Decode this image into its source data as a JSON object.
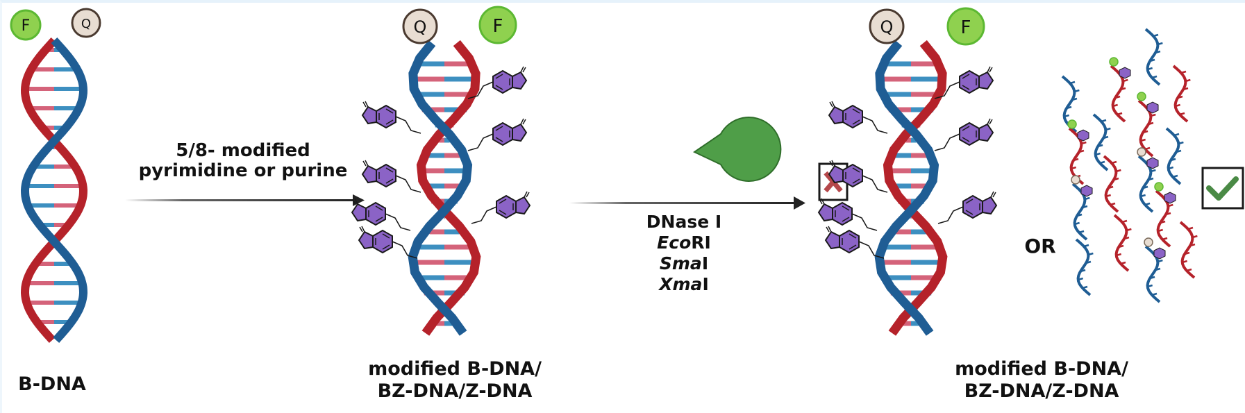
{
  "title": "Nuclease resistance of modified B/BZ/Z-DNA",
  "panels": {
    "start": {
      "label": "B-DNA",
      "fluorophore_label": "F",
      "quencher_label": "Q"
    },
    "modified": {
      "label_line1": "modified B-DNA/",
      "label_line2": "BZ-DNA/Z-DNA",
      "fluorophore_label": "F",
      "quencher_label": "Q"
    },
    "result": {
      "label_line1": "modified B-DNA/",
      "label_line2": "BZ-DNA/Z-DNA",
      "fluorophore_label": "F",
      "quencher_label": "Q",
      "or_text": "OR"
    }
  },
  "steps": {
    "modification": {
      "line1": "5/8- modified",
      "line2": "pyrimidine or purine"
    },
    "digestion": {
      "enzymes": [
        {
          "italic": "",
          "normal": "DNase I"
        },
        {
          "italic": "Eco",
          "normal": "RI"
        },
        {
          "italic": "Sma",
          "normal": "I"
        },
        {
          "italic": "Xma",
          "normal": "I"
        }
      ]
    }
  },
  "outcomes": {
    "intact": {
      "icon": "cross-mark-icon",
      "meaning": "not digested"
    },
    "digested": {
      "icon": "check-mark-icon",
      "meaning": "digested fragments"
    }
  },
  "colors": {
    "strand_red": "#b5222a",
    "strand_blue": "#1f5d94",
    "base_red": "#d4637a",
    "base_blue": "#3d8fc0",
    "fluorophore": "#8fd14f",
    "fluorophore_border": "#5cb832",
    "quencher": "#e8ddd2",
    "quencher_border": "#4a3a30",
    "modifier_purple": "#8b63c6",
    "nuclease_green": "#4f9e48",
    "cross_red": "#b5474a",
    "check_green": "#4a8a45"
  }
}
